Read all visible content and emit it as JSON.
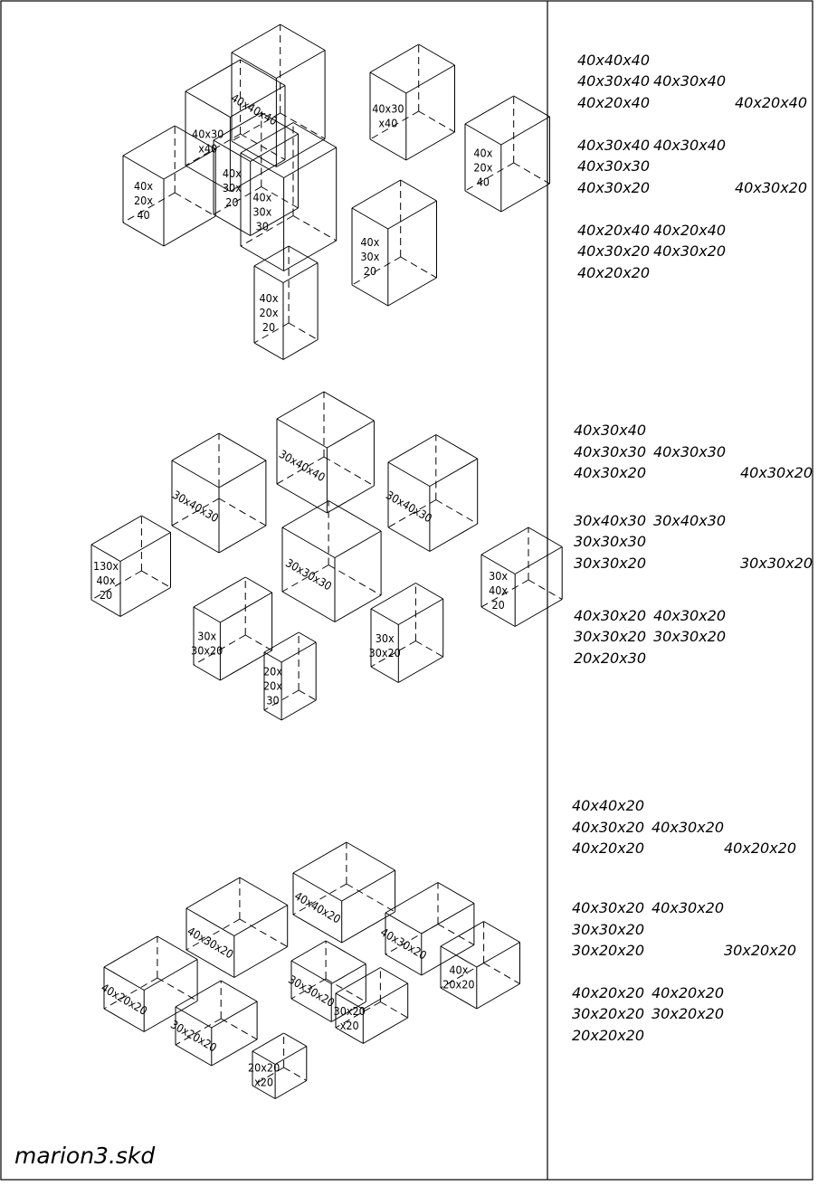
{
  "file_name": "marion3.skd",
  "assemblies": [
    {
      "id": "assembly-1",
      "boxes": [
        {
          "label": [
            "40x40x40"
          ]
        },
        {
          "label": [
            "40x30",
            "x40"
          ]
        },
        {
          "label": [
            "40x30",
            "x40"
          ]
        },
        {
          "label": [
            "40x",
            "20x",
            "40"
          ]
        },
        {
          "label": [
            "40x",
            "30x",
            "30"
          ]
        },
        {
          "label": [
            "40x",
            "20x",
            "40"
          ]
        },
        {
          "label": [
            "40x",
            "30x",
            "20"
          ]
        },
        {
          "label": [
            "40x",
            "30x",
            "20"
          ]
        },
        {
          "label": [
            "40x",
            "20x",
            "20"
          ]
        }
      ],
      "list": [
        [
          "40x40x40"
        ],
        [
          "40x30x40",
          "40x30x40"
        ],
        [
          "40x20x40",
          "40x20x40"
        ],
        [
          "40x30x40",
          "40x30x40"
        ],
        [
          "40x30x30"
        ],
        [
          "40x30x20",
          "40x30x20"
        ],
        [
          "40x20x40",
          "40x20x40"
        ],
        [
          "40x30x20",
          "40x30x20"
        ],
        [
          "40x20x20"
        ]
      ]
    },
    {
      "id": "assembly-2",
      "boxes": [
        {
          "label": [
            "30x40x40"
          ]
        },
        {
          "label": [
            "30x40x30"
          ]
        },
        {
          "label": [
            "30x40x30"
          ]
        },
        {
          "label": [
            "130x",
            "40x",
            "20"
          ]
        },
        {
          "label": [
            "30x30x30"
          ]
        },
        {
          "label": [
            "30x",
            "40x",
            "20"
          ]
        },
        {
          "label": [
            "30x",
            "30x20"
          ]
        },
        {
          "label": [
            "30x",
            "30x20"
          ]
        },
        {
          "label": [
            "20x",
            "20x",
            "30"
          ]
        }
      ],
      "list": [
        [
          "40x30x40"
        ],
        [
          "40x30x30",
          "40x30x30"
        ],
        [
          "40x30x20",
          "40x30x20"
        ],
        [
          "30x40x30",
          "30x40x30"
        ],
        [
          "30x30x30"
        ],
        [
          "30x30x20",
          "30x30x20"
        ],
        [
          "40x30x20",
          "40x30x20"
        ],
        [
          "30x30x20",
          "30x30x20"
        ],
        [
          "20x20x30"
        ]
      ]
    },
    {
      "id": "assembly-3",
      "boxes": [
        {
          "label": [
            "40x40x20"
          ]
        },
        {
          "label": [
            "40x30x20"
          ]
        },
        {
          "label": [
            "40x30x20"
          ]
        },
        {
          "label": [
            "40x20x20"
          ]
        },
        {
          "label": [
            "30x30x20"
          ]
        },
        {
          "label": [
            "40x",
            "20x20"
          ]
        },
        {
          "label": [
            "30x20x20"
          ]
        },
        {
          "label": [
            "30x20",
            "x20"
          ]
        },
        {
          "label": [
            "20x20",
            "x20"
          ]
        }
      ],
      "list": [
        [
          "40x40x20"
        ],
        [
          "40x30x20",
          "40x30x20"
        ],
        [
          "40x20x20",
          "40x20x20"
        ],
        [
          "40x30x20",
          "40x30x20"
        ],
        [
          "30x30x20"
        ],
        [
          "30x20x20",
          "30x20x20"
        ],
        [
          "40x20x20",
          "40x20x20"
        ],
        [
          "30x20x20",
          "30x20x20"
        ],
        [
          "20x20x20"
        ]
      ]
    }
  ]
}
